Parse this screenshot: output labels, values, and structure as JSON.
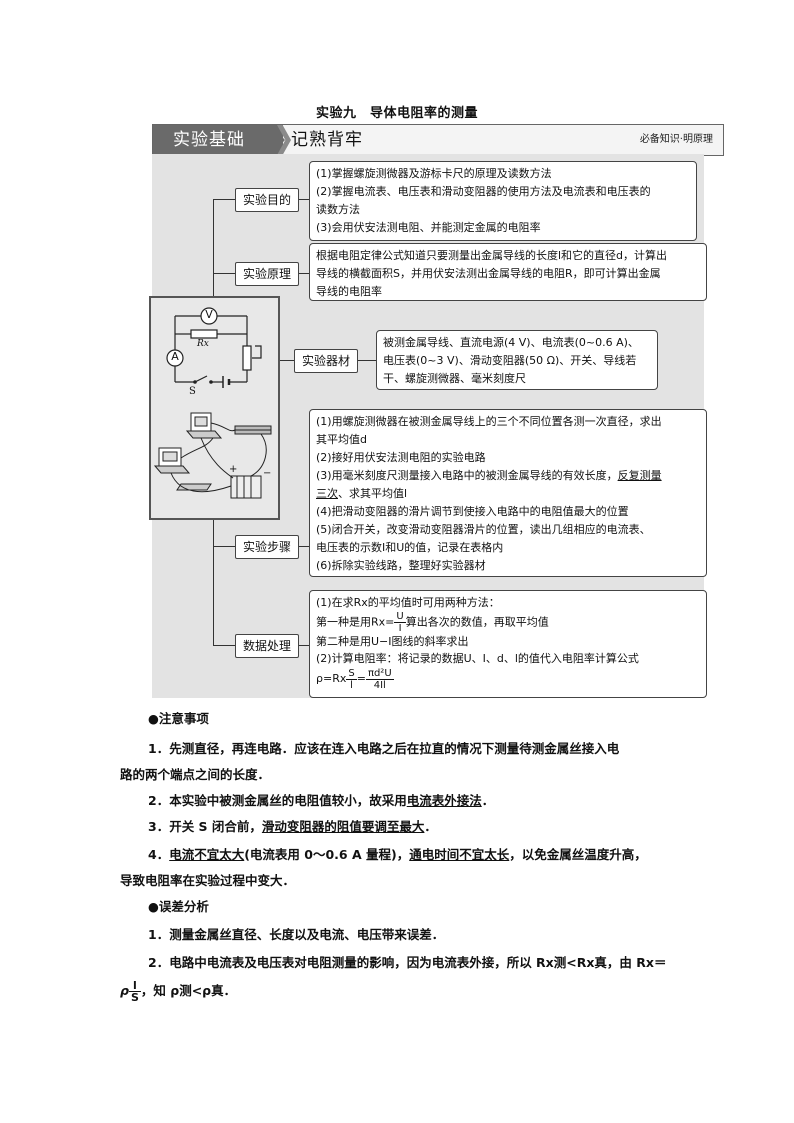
{
  "title": "实验九　导体电阻率的测量",
  "banner": {
    "left": "实验基础",
    "middle": "记熟背牢",
    "right": "必备知识·明原理"
  },
  "labels": {
    "purpose": "实验目的",
    "principle": "实验原理",
    "equipment": "实验器材",
    "steps": "实验步骤",
    "data": "数据处理"
  },
  "purpose": [
    "(1)掌握螺旋测微器及游标卡尺的原理及读数方法",
    "(2)掌握电流表、电压表和滑动变阻器的使用方法及电流表和电压表的",
    "读数方法",
    "(3)会用伏安法测电阻、并能测定金属的电阻率"
  ],
  "principle": [
    "根据电阻定律公式知道只要测量出金属导线的长度l和它的直径d，计算出",
    "导线的横截面积S，并用伏安法测出金属导线的电阻R，即可计算出金属",
    "导线的电阻率"
  ],
  "equipment": [
    "被测金属导线、直流电源(4 V)、电流表(0~0.6 A)、",
    "电压表(0~3 V)、滑动变阻器(50 Ω)、开关、导线若",
    "干、螺旋测微器、毫米刻度尺"
  ],
  "steps": {
    "s1a": "(1)用螺旋测微器在被测金属导线上的三个不同位置各测一次直径，求出",
    "s1b": "其平均值d",
    "s2": "(2)接好用伏安法测电阻的实验电路",
    "s3a": "(3)用毫米刻度尺测量接入电路中的被测金属导线的有效长度，",
    "s3a_ul": "反复测量",
    "s3b_ul": "三次",
    "s3b": "、求其平均值l",
    "s4": "(4)把滑动变阻器的滑片调节到使接入电路中的电阻值最大的位置",
    "s5a": "(5)闭合开关，改变滑动变阻器滑片的位置，读出几组相应的电流表、",
    "s5b": "电压表的示数I和U的值，记录在表格内",
    "s6": "(6)拆除实验线路，整理好实验器材"
  },
  "data": {
    "d1": "(1)在求Rx的平均值时可用两种方法：",
    "d2a": "第一种是用Rx=",
    "d2_num": "U",
    "d2_den": "I",
    "d2b": "算出各次的数值，再取平均值",
    "d3": "第二种是用U−I图线的斜率求出",
    "d4": "(2)计算电阻率：将记录的数据U、I、d、l的值代入电阻率计算公式",
    "d5a": "ρ=Rx",
    "d5_num1": "S",
    "d5_den1": "l",
    "d5_eq": "=",
    "d5_num2": "πd²U",
    "d5_den2": "4Il"
  },
  "circuit": {
    "voltmeter": "V",
    "ammeter": "A",
    "resistor": "Rx",
    "switch": "S",
    "battery_plus": "+",
    "battery_minus": "−"
  },
  "notes": {
    "h1": "●注意事项",
    "n1a": "1．先测直径，再连电路．应该在连入电路之后在拉直的情况下测量待测金属丝接入电",
    "n1b": "路的两个端点之间的长度．",
    "n2a": "2．本实验中被测金属丝的电阻值较小，故采用",
    "n2_ul": "电流表外接法",
    "n2b": "．",
    "n3a": "3．开关 S 闭合前，",
    "n3_ul": "滑动变阻器的阻值要调至最大",
    "n3b": "．",
    "n4_ul1": "电流不宜太大",
    "n4pre": "4．",
    "n4a": "(电流表用 0～0.6 A 量程)，",
    "n4_ul2": "通电时间不宜太长",
    "n4b": "，以免金属丝温度升高，",
    "n4c": "导致电阻率在实验过程中变大．",
    "h2": "●误差分析",
    "e1": "1．测量金属丝直径、长度以及电流、电压带来误差．",
    "e2a": "2．电路中电流表及电压表对电阻测量的影响，因为电流表外接，所以 Rx测<Rx真，由 Rx＝",
    "e3_rho": "ρ",
    "e3_num": "l",
    "e3_den": "S",
    "e3b": "，知 ρ测<ρ真．"
  }
}
